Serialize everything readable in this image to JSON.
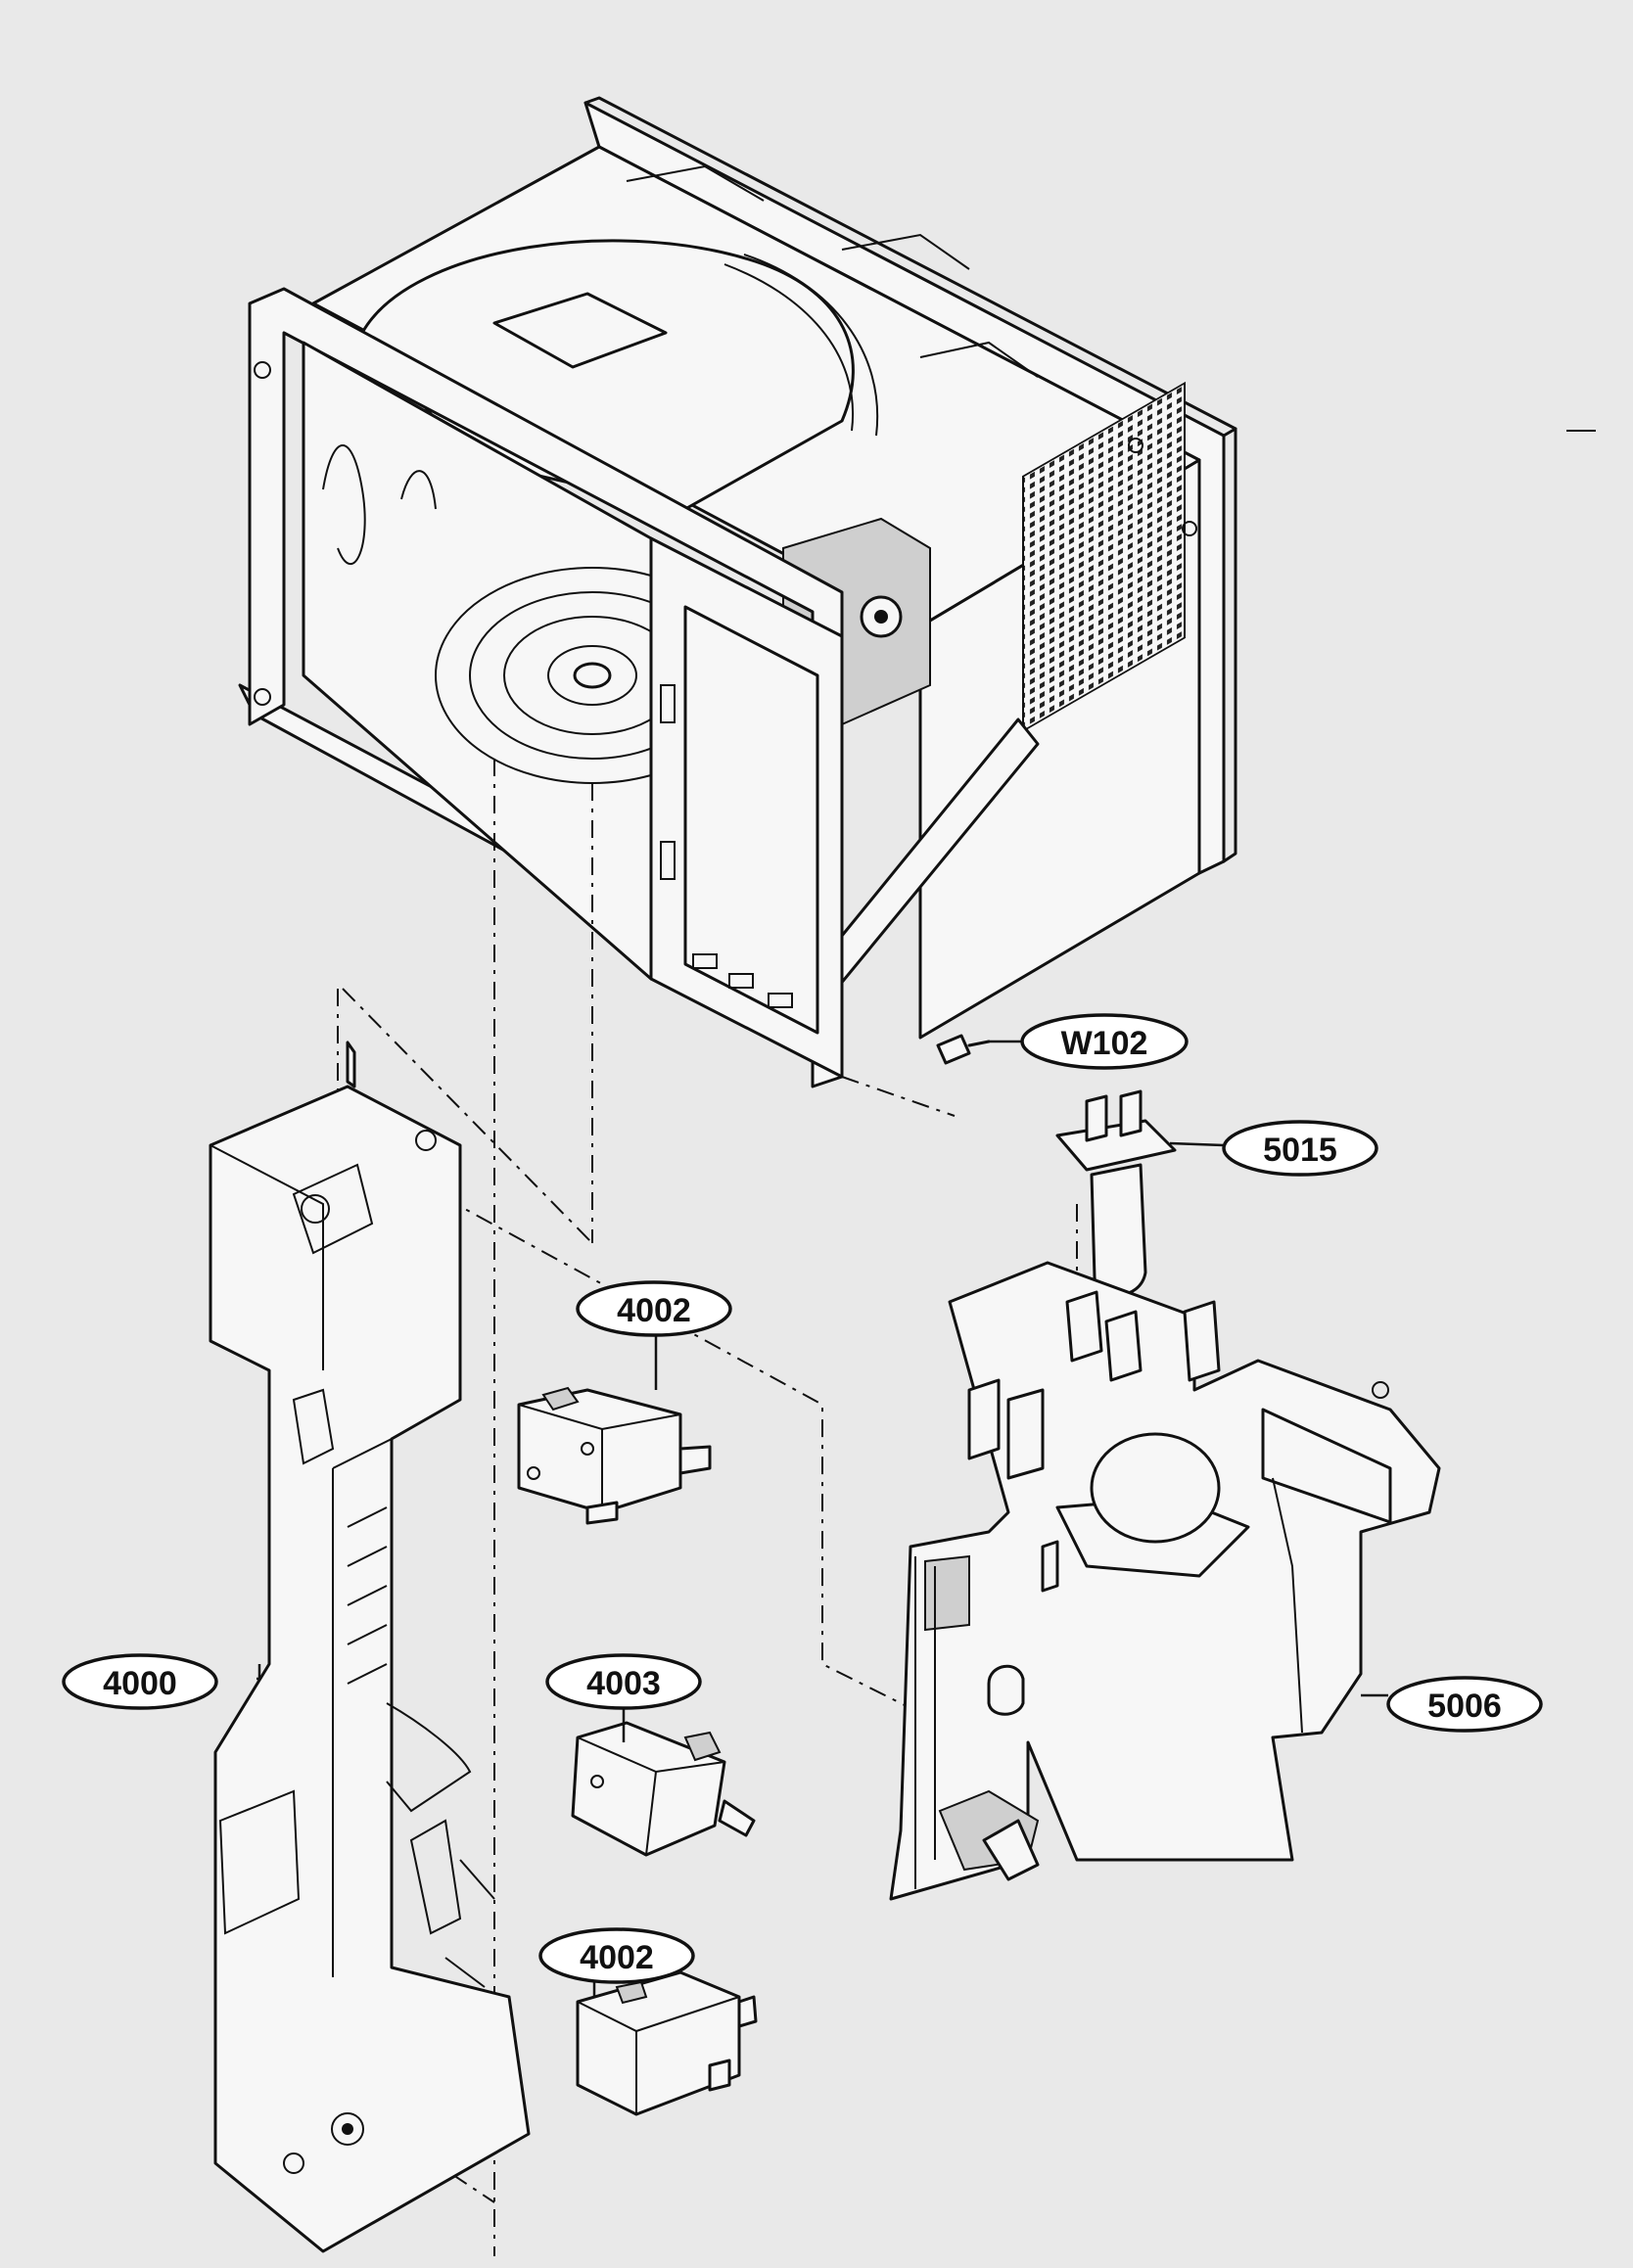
{
  "callouts": [
    {
      "id": "W102",
      "label": "W102"
    },
    {
      "id": "5015",
      "label": "5015"
    },
    {
      "id": "4002a",
      "label": "4002"
    },
    {
      "id": "4000",
      "label": "4000"
    },
    {
      "id": "4003",
      "label": "4003"
    },
    {
      "id": "5006",
      "label": "5006"
    },
    {
      "id": "4002b",
      "label": "4002"
    }
  ]
}
